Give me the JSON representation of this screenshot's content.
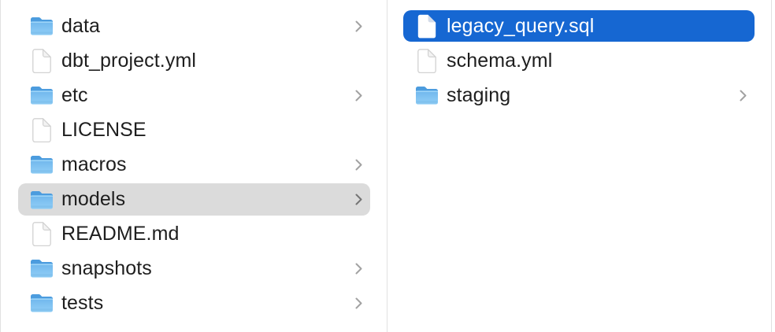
{
  "window": {
    "type": "finder-column-view",
    "background": "#ffffff",
    "divider_color": "#e1e1e1"
  },
  "colors": {
    "selection_blue": "#1667d2",
    "selection_gray": "#dbdbdb",
    "text_dark": "#1e1e1e",
    "text_on_blue": "#ffffff",
    "chevron_gray": "#a2a2a2",
    "folder_blue_top": "#4c9cde",
    "folder_blue_body": "#7fc3f2"
  },
  "columns": [
    {
      "name": "left",
      "items": [
        {
          "label": "data",
          "type": "folder",
          "has_chevron": true,
          "selected": false,
          "selection_style": null
        },
        {
          "label": "dbt_project.yml",
          "type": "file",
          "has_chevron": false,
          "selected": false,
          "selection_style": null
        },
        {
          "label": "etc",
          "type": "folder",
          "has_chevron": true,
          "selected": false,
          "selection_style": null
        },
        {
          "label": "LICENSE",
          "type": "file",
          "has_chevron": false,
          "selected": false,
          "selection_style": null
        },
        {
          "label": "macros",
          "type": "folder",
          "has_chevron": true,
          "selected": false,
          "selection_style": null
        },
        {
          "label": "models",
          "type": "folder",
          "has_chevron": true,
          "selected": true,
          "selection_style": "gray"
        },
        {
          "label": "README.md",
          "type": "file",
          "has_chevron": false,
          "selected": false,
          "selection_style": null
        },
        {
          "label": "snapshots",
          "type": "folder",
          "has_chevron": true,
          "selected": false,
          "selection_style": null
        },
        {
          "label": "tests",
          "type": "folder",
          "has_chevron": true,
          "selected": false,
          "selection_style": null
        }
      ]
    },
    {
      "name": "right",
      "items": [
        {
          "label": "legacy_query.sql",
          "type": "file",
          "has_chevron": false,
          "selected": true,
          "selection_style": "blue"
        },
        {
          "label": "schema.yml",
          "type": "file",
          "has_chevron": false,
          "selected": false,
          "selection_style": null
        },
        {
          "label": "staging",
          "type": "folder",
          "has_chevron": true,
          "selected": false,
          "selection_style": null
        }
      ]
    }
  ]
}
